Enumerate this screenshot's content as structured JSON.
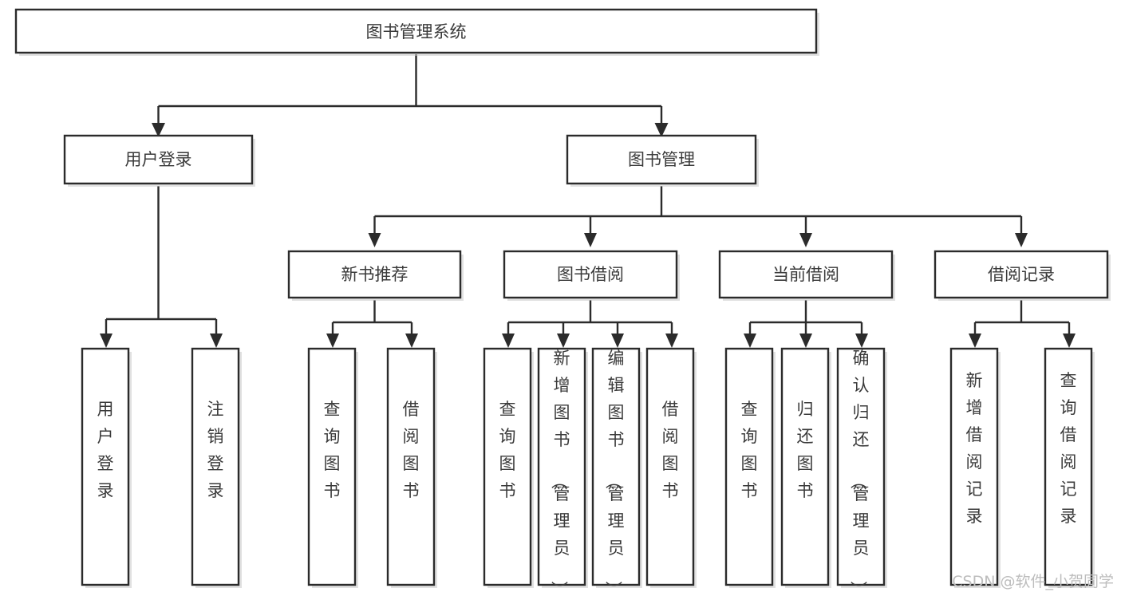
{
  "diagram": {
    "type": "tree-hierarchy-chart",
    "title": "图书管理系统",
    "root": {
      "id": "root",
      "label": "图书管理系统",
      "level": 0
    },
    "level2": [
      {
        "id": "user-login",
        "label": "用户登录"
      },
      {
        "id": "book-management",
        "label": "图书管理"
      }
    ],
    "level3": [
      {
        "id": "new-book-recommend",
        "label": "新书推荐",
        "parent": "book-management"
      },
      {
        "id": "book-borrow",
        "label": "图书借阅",
        "parent": "book-management"
      },
      {
        "id": "current-borrow",
        "label": "当前借阅",
        "parent": "book-management"
      },
      {
        "id": "borrow-record",
        "label": "借阅记录",
        "parent": "book-management"
      }
    ],
    "leaves": {
      "user-login": [
        {
          "id": "leaf-user-login",
          "label": "用户登录"
        },
        {
          "id": "leaf-logout-login",
          "label": "注销登录"
        }
      ],
      "new-book-recommend": [
        {
          "id": "leaf-query-book-1",
          "label": "查询图书"
        },
        {
          "id": "leaf-borrow-book-1",
          "label": "借阅图书"
        }
      ],
      "book-borrow": [
        {
          "id": "leaf-query-book-2",
          "label": "查询图书"
        },
        {
          "id": "leaf-add-book",
          "label": "新增图书（管理员）"
        },
        {
          "id": "leaf-edit-book",
          "label": "编辑图书（管理员）"
        },
        {
          "id": "leaf-borrow-book-2",
          "label": "借阅图书"
        }
      ],
      "current-borrow": [
        {
          "id": "leaf-query-book-3",
          "label": "查询图书"
        },
        {
          "id": "leaf-return-book",
          "label": "归还图书"
        },
        {
          "id": "leaf-confirm-return",
          "label": "确认归还（管理员）"
        }
      ],
      "borrow-record": [
        {
          "id": "leaf-add-record",
          "label": "新增借阅记录"
        },
        {
          "id": "leaf-query-record",
          "label": "查询借阅记录"
        }
      ]
    }
  },
  "watermark": {
    "text": "CSDN @软件_小贺同学"
  },
  "colors": {
    "box_stroke": "#2b2b2b",
    "box_fill": "#ffffff",
    "text": "#3a3a3a",
    "connector": "#2b2b2b",
    "watermark": "#bdbdbd",
    "background": "#ffffff"
  }
}
